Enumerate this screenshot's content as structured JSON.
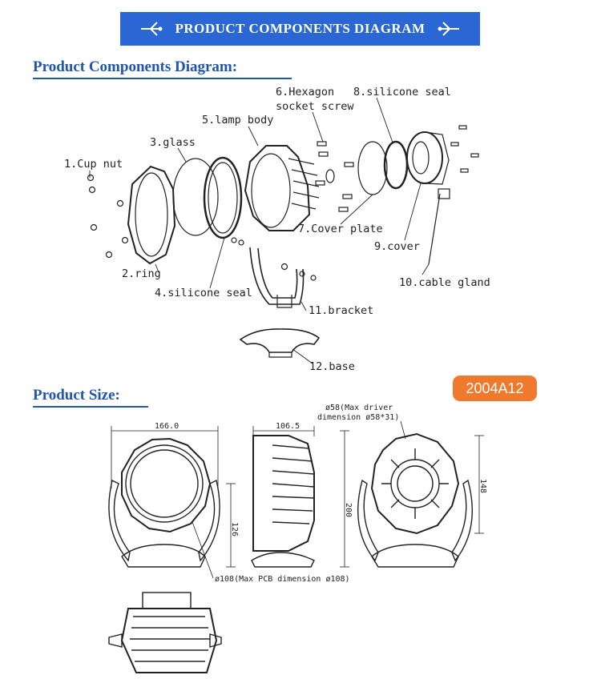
{
  "banner": {
    "title": "PRODUCT COMPONENTS DIAGRAM",
    "ornament_icon": "fleur-ornament-icon"
  },
  "sections": {
    "components_title": "Product Components Diagram:",
    "size_title": "Product Size:"
  },
  "model": "2004A12",
  "components": [
    "1.Cup nut",
    "2.ring",
    "3.glass",
    "4.silicone seal",
    "5.lamp body",
    "6.Hexagon",
    "socket screw",
    "7.Cover plate",
    "8.silicone seal",
    "9.cover",
    "10.cable gland",
    "11.bracket",
    "12.base"
  ],
  "dimensions": {
    "width": "166.0",
    "depth": "106.5",
    "height_total": "200",
    "height_axis": "126",
    "height_right": "148",
    "pcb": "ø108(Max PCB dimension ø108)",
    "driver_line1": "ø58(Max driver",
    "driver_line2": "dimension ø58*31)"
  },
  "colors": {
    "banner": "#2a66d4",
    "section": "#1f55b3",
    "badge": "#ef7a2e"
  }
}
